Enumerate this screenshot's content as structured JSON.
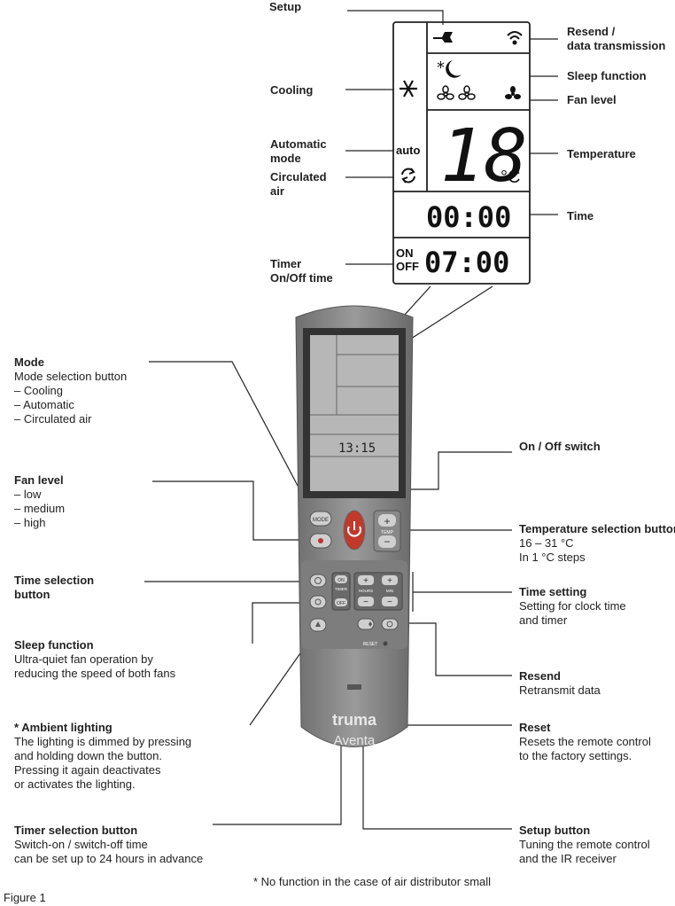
{
  "display_labels": {
    "setup": "Setup",
    "resend": [
      "Resend /",
      "data transmission"
    ],
    "sleep": "Sleep function",
    "fan_level": "Fan level",
    "cooling": "Cooling",
    "auto_mode": [
      "Automatic",
      "mode"
    ],
    "circulated": [
      "Circulated",
      "air"
    ],
    "temperature": "Temperature",
    "time": "Time",
    "timer": [
      "Timer",
      "On/Off time"
    ]
  },
  "lcd": {
    "temp_value": "18",
    "temp_unit": "°C",
    "auto": "auto",
    "sleep_star": "*",
    "time_value": "00:00",
    "on_label": "ON",
    "off_label": "OFF",
    "timer_value": "07:00",
    "small_time": "13:15"
  },
  "remote": {
    "mode_btn": "MODE",
    "temp_label": "TEMP",
    "timer_on": "ON",
    "timer_label": "TIMER",
    "timer_off": "OFF",
    "hours": "HOURS",
    "min": "MIN",
    "reset": "RESET",
    "brand": "truma",
    "model": "Aventa",
    "plus": "+",
    "minus": "−"
  },
  "callouts_left": {
    "mode": {
      "title": "Mode",
      "lines": [
        "Mode selection button",
        "– Cooling",
        "– Automatic",
        "– Circulated air"
      ]
    },
    "fan": {
      "title": "Fan level",
      "lines": [
        "– low",
        "– medium",
        "– high"
      ]
    },
    "time_sel": {
      "title": [
        "Time selection",
        "button"
      ]
    },
    "sleep": {
      "title": "Sleep function",
      "lines": [
        "Ultra-quiet fan operation by",
        "reducing the speed of both fans"
      ]
    },
    "ambient": {
      "title": "* Ambient lighting",
      "lines": [
        "The lighting is dimmed by pressing",
        "and holding down the button.",
        "Pressing it again deactivates",
        "or activates the lighting."
      ]
    },
    "timer_sel": {
      "title": "Timer selection button",
      "lines": [
        "Switch-on / switch-off time",
        "can be set up to 24 hours in advance"
      ]
    }
  },
  "callouts_right": {
    "onoff": {
      "title": "On / Off switch"
    },
    "temp_sel": {
      "title": "Temperature selection buttons",
      "lines": [
        "16 – 31 °C",
        "In 1 °C steps"
      ]
    },
    "time_setting": {
      "title": "Time setting",
      "lines": [
        "Setting for clock time",
        "and timer"
      ]
    },
    "resend": {
      "title": "Resend",
      "lines": [
        "Retransmit data"
      ]
    },
    "reset": {
      "title": "Reset",
      "lines": [
        "Resets the remote control",
        "to the factory settings."
      ]
    },
    "setup": {
      "title": "Setup button",
      "lines": [
        "Tuning the remote control",
        "and the IR receiver"
      ]
    }
  },
  "footnote": "* No function in the case of air distributor small",
  "figure": "Figure 1"
}
